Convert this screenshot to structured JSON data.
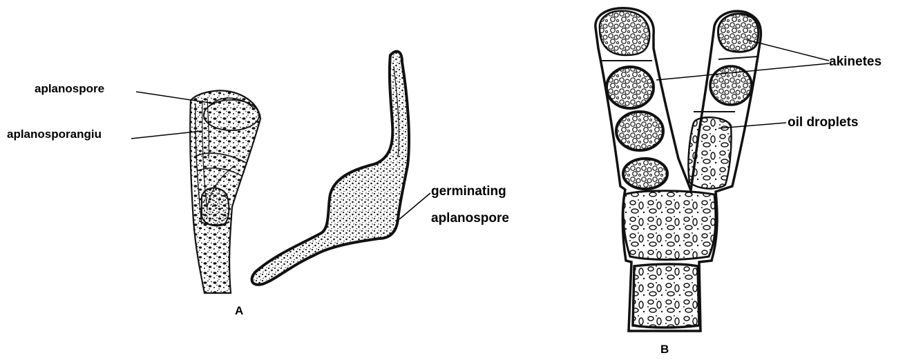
{
  "panel_a": {
    "letter": "A",
    "labels": {
      "aplanospore": "aplanospore",
      "aplanosporangium": "aplanosporangiu",
      "germinating_line1": "germinating",
      "germinating_line2": "aplanospore"
    }
  },
  "panel_b": {
    "letter": "B",
    "labels": {
      "akinetes": "akinetes",
      "oil_droplets": "oil droplets"
    }
  }
}
